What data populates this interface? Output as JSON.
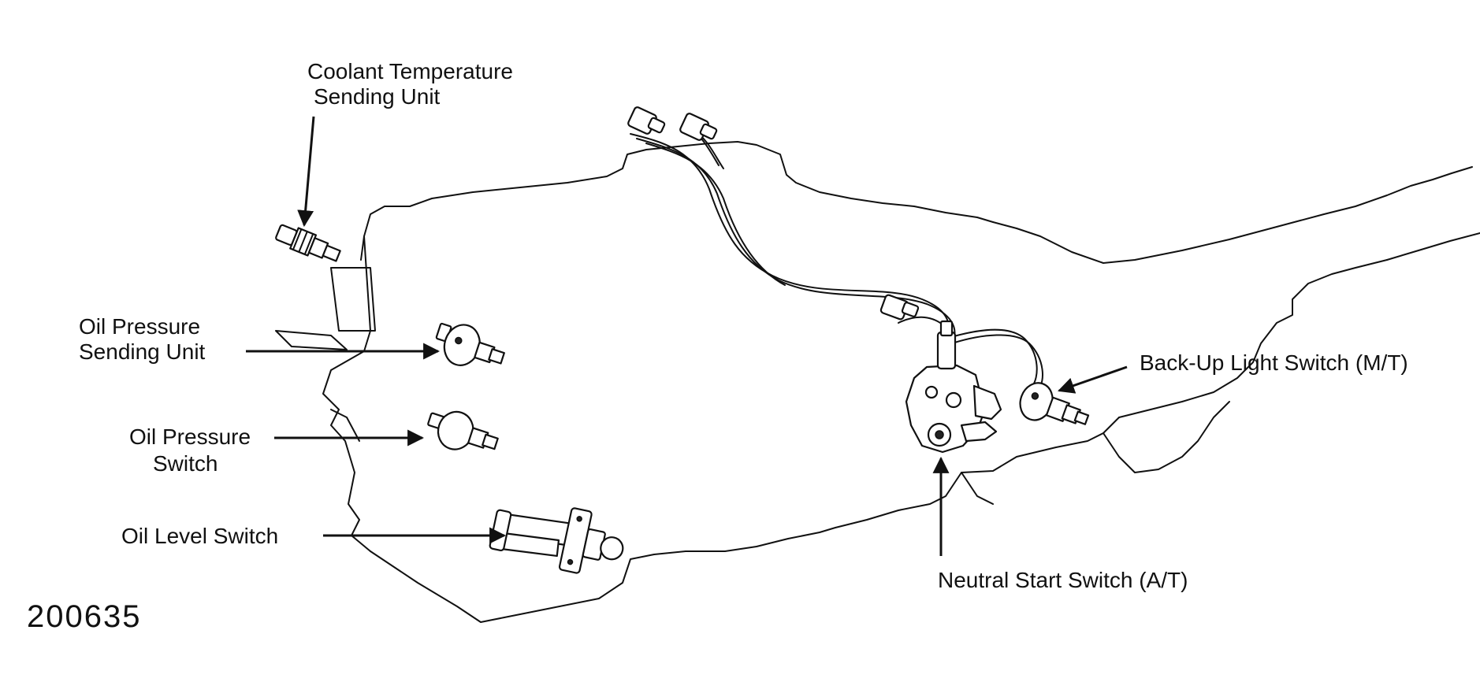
{
  "labels": {
    "coolant_line1": "Coolant Temperature",
    "coolant_line2": "Sending Unit",
    "oil_pressure_sending_line1": "Oil Pressure",
    "oil_pressure_sending_line2": "Sending Unit",
    "oil_pressure_switch_line1": "Oil Pressure",
    "oil_pressure_switch_line2": "Switch",
    "oil_level_switch": "Oil Level Switch",
    "backup_light_switch": "Back-Up Light Switch (M/T)",
    "neutral_start_switch": "Neutral Start Switch (A/T)"
  },
  "figure_number": "200635"
}
